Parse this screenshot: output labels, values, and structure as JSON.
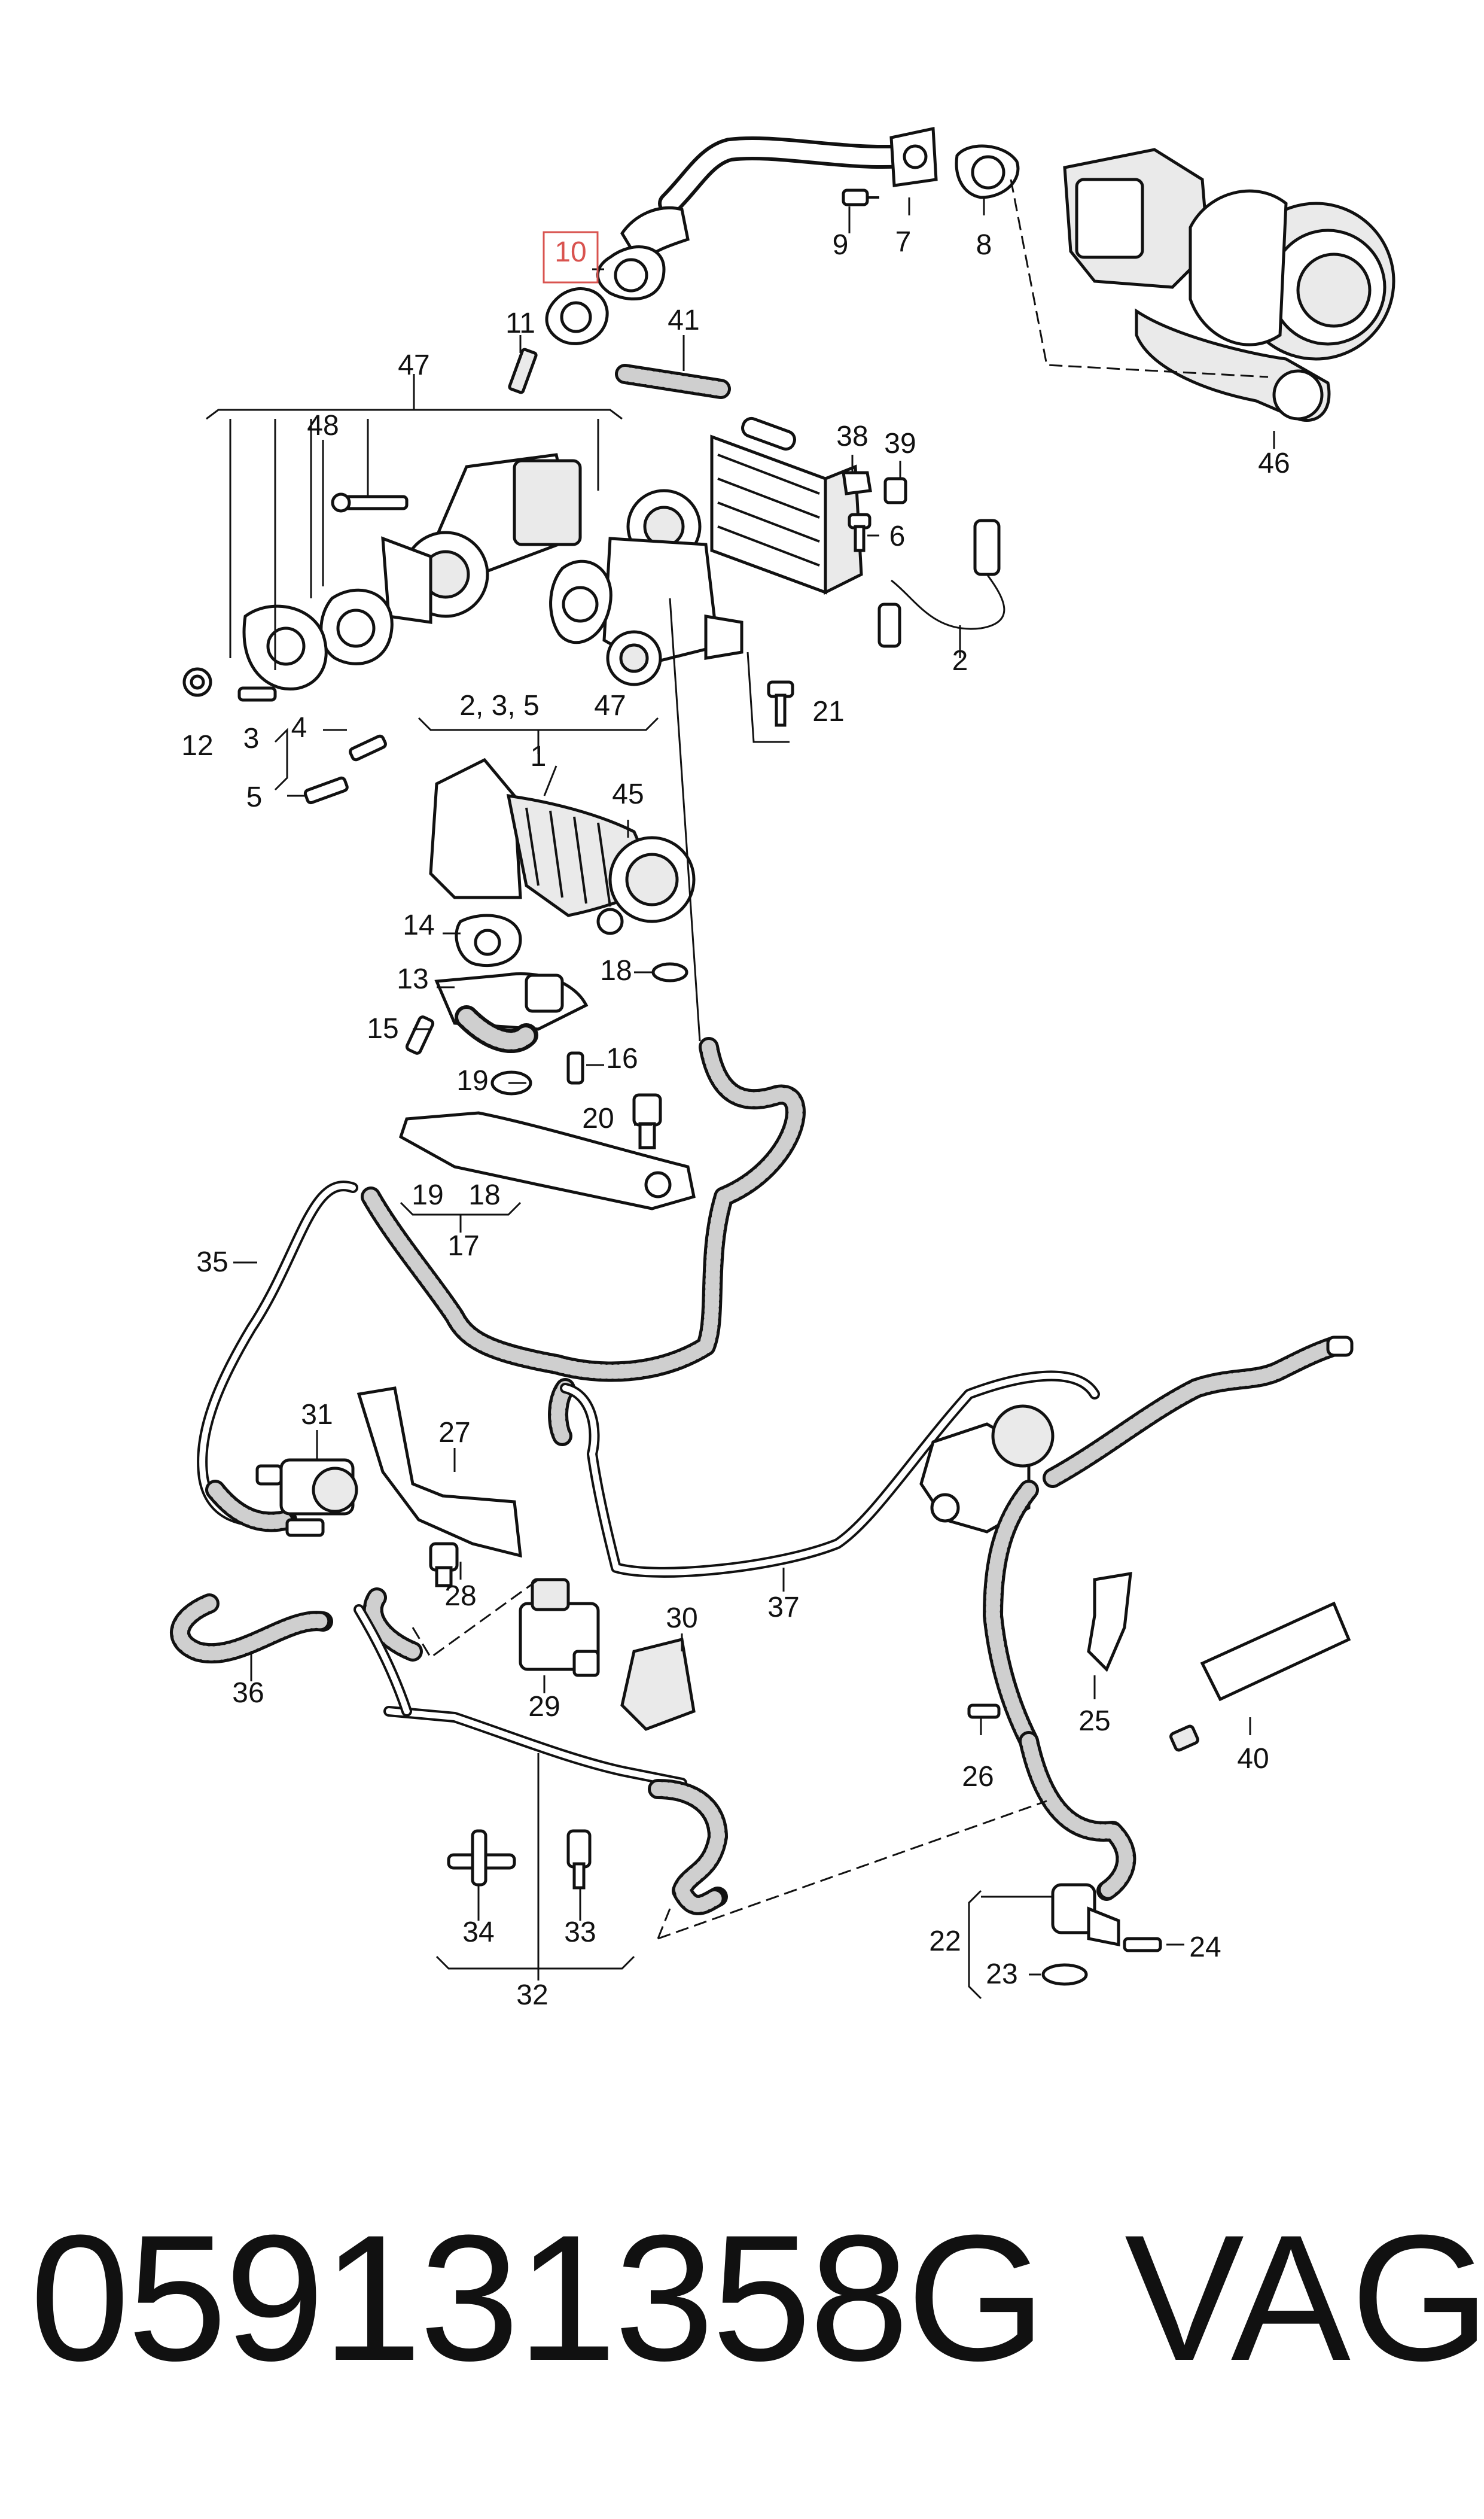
{
  "diagram": {
    "highlighted_callout": "10",
    "highlight_color": "#d9534f",
    "callouts": {
      "c1": "1",
      "c2": "2",
      "c235": "2, 3, 5",
      "c3": "3",
      "c4": "4",
      "c5": "5",
      "c6": "6",
      "c7": "7",
      "c8": "8",
      "c9": "9",
      "c10": "10",
      "c11": "11",
      "c12": "12",
      "c13": "13",
      "c14": "14",
      "c15": "15",
      "c16": "16",
      "c17": "17",
      "c18a": "18",
      "c18b": "18",
      "c19a": "19",
      "c19b": "19",
      "c20": "20",
      "c21": "21",
      "c22": "22",
      "c23": "23",
      "c24": "24",
      "c25": "25",
      "c26": "26",
      "c27": "27",
      "c28": "28",
      "c29": "29",
      "c30": "30",
      "c31": "31",
      "c32": "32",
      "c33": "33",
      "c34": "34",
      "c35": "35",
      "c36": "36",
      "c37": "37",
      "c38": "38",
      "c39": "39",
      "c40": "40",
      "c41": "41",
      "c45": "45",
      "c46": "46",
      "c47a": "47",
      "c47b": "47",
      "c48": "48"
    }
  },
  "footer": {
    "part_number": "059131358G",
    "brand": "VAG"
  }
}
